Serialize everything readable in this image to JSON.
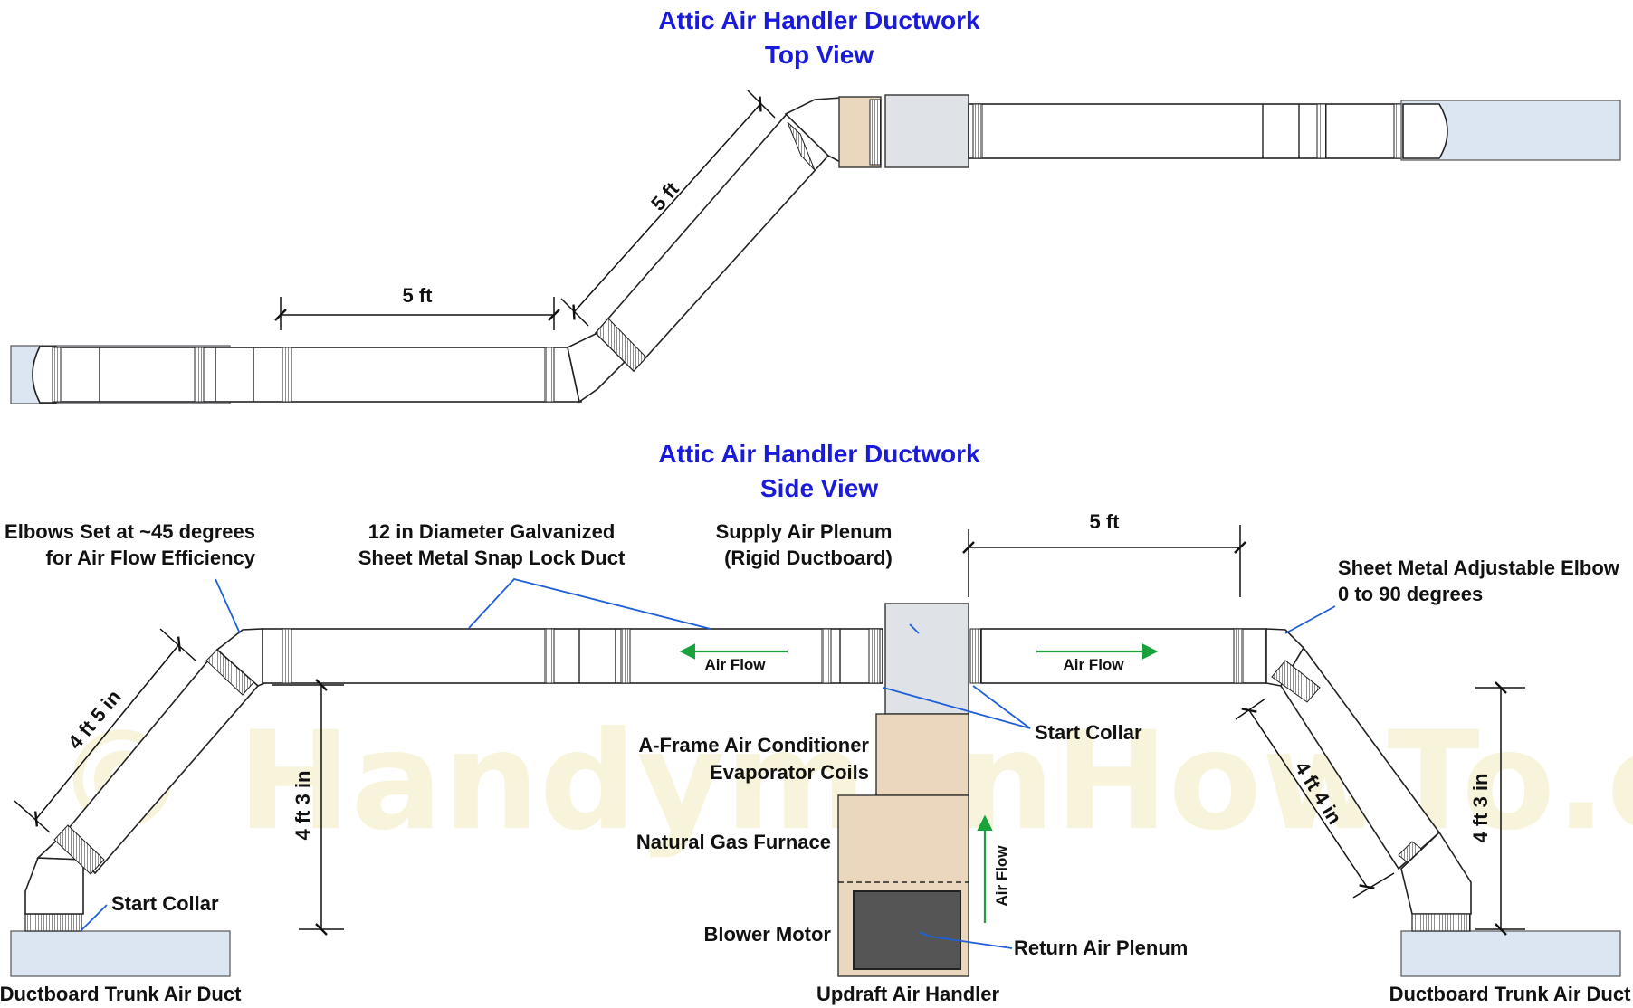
{
  "top_view": {
    "title_line1": "Attic Air Handler Ductwork",
    "title_line2": "Top View",
    "dim_horizontal": "5 ft",
    "dim_angled": "5 ft"
  },
  "side_view": {
    "title_line1": "Attic Air Handler Ductwork",
    "title_line2": "Side View",
    "elbows_line1": "Elbows Set at ~45 degrees",
    "elbows_line2": "for Air Flow Efficiency",
    "duct_line1": "12 in Diameter Galvanized",
    "duct_line2": "Sheet Metal Snap Lock Duct",
    "plenum_line1": "Supply Air Plenum",
    "plenum_line2": "(Rigid Ductboard)",
    "adj_elbow_line1": "Sheet Metal Adjustable Elbow",
    "adj_elbow_line2": "0 to 90 degrees",
    "dim_right_run": "5 ft",
    "dim_left_diag": "4 ft 5 in",
    "dim_left_height": "4 ft 3 in",
    "dim_right_diag": "4 ft 4 in",
    "dim_right_height": "4 ft 3 in",
    "air_flow_left": "Air Flow",
    "air_flow_right": "Air Flow",
    "air_flow_up": "Air Flow",
    "start_collar_right": "Start Collar",
    "start_collar_left": "Start Collar",
    "coils_line1": "A-Frame Air Conditioner",
    "coils_line2": "Evaporator Coils",
    "furnace": "Natural Gas Furnace",
    "blower": "Blower Motor",
    "return_plenum": "Return Air Plenum",
    "updraft": "Updraft Air Handler",
    "trunk_left": "Ductboard Trunk Air Duct",
    "trunk_right": "Ductboard Trunk Air Duct"
  },
  "watermark": "© HandymanHowTo.com",
  "colors": {
    "title_blue": "#1a1adc",
    "leader_blue": "#1f5fd8",
    "arrow_green": "#1aa33a",
    "cabinet_tan": "#ead7bd",
    "ductboard_blue": "#dce6f2",
    "blower_grey": "#555555"
  }
}
